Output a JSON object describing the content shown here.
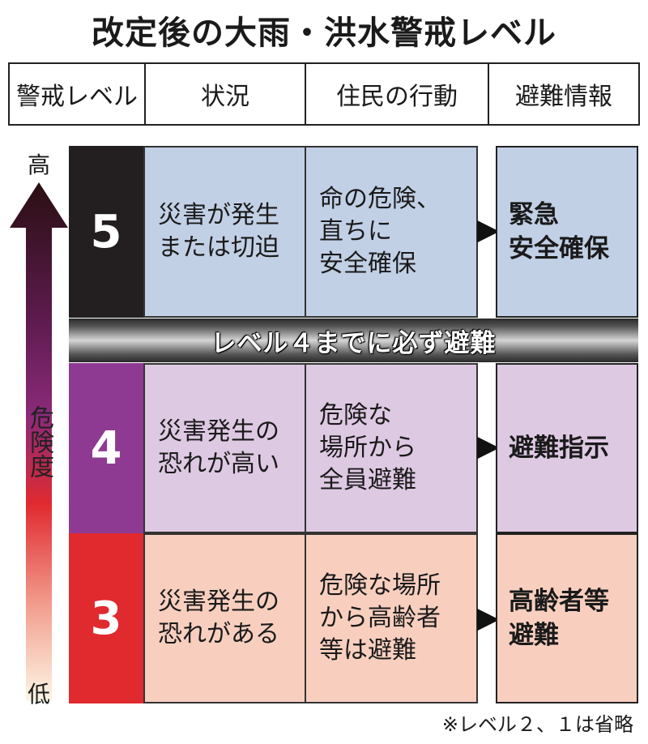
{
  "title": "改定後の大雨・洪水警戒レベル",
  "headers": [
    "警戒レベル",
    "状況",
    "住民の行動",
    "避難情報"
  ],
  "axis": {
    "high": "高",
    "middle": "危険度",
    "low": "低"
  },
  "levels": [
    {
      "number": "5",
      "situation": "災害が発生\nまたは切迫",
      "action": "命の危険、\n直ちに\n安全確保",
      "info": "緊急\n安全確保",
      "colors": {
        "level_bg": "#231f20",
        "cell_bg": "#c2d0e6",
        "info_bg": "#c2d0e6"
      }
    },
    {
      "number": "4",
      "situation": "災害発生の\n恐れが高い",
      "action": "危険な\n場所から\n全員避難",
      "info": "避難指示",
      "colors": {
        "level_bg": "#8e3a92",
        "cell_bg": "#dec9e3",
        "info_bg": "#dec9e3"
      }
    },
    {
      "number": "3",
      "situation": "災害発生の\n恐れがある",
      "action": "危険な場所\nから高齢者\n等は避難",
      "info": "高齢者等\n避難",
      "colors": {
        "level_bg": "#e02a2e",
        "cell_bg": "#f8cfbf",
        "info_bg": "#f8cfbf"
      }
    }
  ],
  "banner": "レベル４までに必ず避難",
  "note": "※レベル２、１は省略",
  "arrow_gradient": [
    "#2a0f12",
    "#5a1a4a",
    "#8b2a7a",
    "#e02a30",
    "#f3a090",
    "#fdf6e6"
  ]
}
